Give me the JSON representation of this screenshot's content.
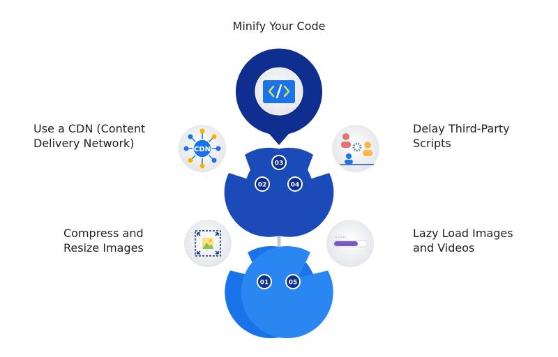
{
  "steps": [
    {
      "number": "01",
      "title": "Compress and Resize Images",
      "icon": "image-resize-icon",
      "color": "#1a73e8"
    },
    {
      "number": "02",
      "title": "Use a CDN (Content Delivery Network)",
      "icon": "cdn-network-icon",
      "color": "#1a4bb8"
    },
    {
      "number": "03",
      "title": "Minify Your Code",
      "icon": "code-brackets-icon",
      "color": "#0e2f8f"
    },
    {
      "number": "04",
      "title": "Delay Third-Party Scripts",
      "icon": "team-settings-icon",
      "color": "#1a4bb8"
    },
    {
      "number": "05",
      "title": "Lazy Load Images and Videos",
      "icon": "loading-bar-icon",
      "color": "#2a86f0"
    }
  ],
  "icon_text": {
    "cdn": "CDN"
  },
  "colors": {
    "trunk": "#c8c8c8",
    "badge": "#0e2f8f",
    "accent_green": "#8bc34a"
  }
}
